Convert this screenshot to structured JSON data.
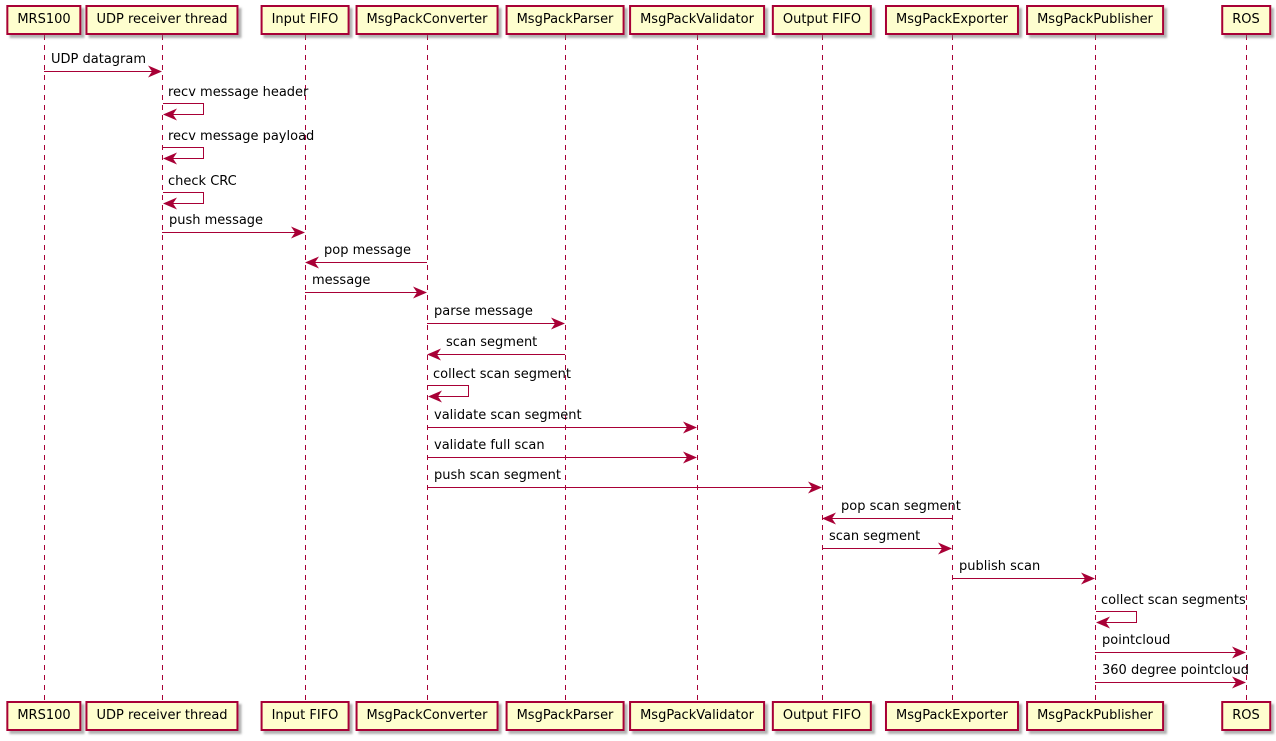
{
  "title": "MRS100 MsgPack sequence diagram",
  "colors": {
    "line": "#A80036",
    "participant_fill": "#FEFECE",
    "text": "#000000",
    "background": "#FFFFFF",
    "shadow": "#737373"
  },
  "diagram": {
    "type": "uml-sequence",
    "participants": [
      {
        "label": "MRS100"
      },
      {
        "label": "UDP receiver thread"
      },
      {
        "label": "Input FIFO"
      },
      {
        "label": "MsgPackConverter"
      },
      {
        "label": "MsgPackParser"
      },
      {
        "label": "MsgPackValidator"
      },
      {
        "label": "Output FIFO"
      },
      {
        "label": "MsgPackExporter"
      },
      {
        "label": "MsgPackPublisher"
      },
      {
        "label": "ROS"
      }
    ],
    "messages": [
      {
        "from": 0,
        "to": 1,
        "from_name": "MRS100",
        "to_name": "UDP receiver thread",
        "label": "UDP datagram",
        "kind": "call"
      },
      {
        "from": 1,
        "to": 1,
        "from_name": "UDP receiver thread",
        "to_name": "UDP receiver thread",
        "label": "recv message header",
        "kind": "self"
      },
      {
        "from": 1,
        "to": 1,
        "from_name": "UDP receiver thread",
        "to_name": "UDP receiver thread",
        "label": "recv message payload",
        "kind": "self"
      },
      {
        "from": 1,
        "to": 1,
        "from_name": "UDP receiver thread",
        "to_name": "UDP receiver thread",
        "label": "check CRC",
        "kind": "self"
      },
      {
        "from": 1,
        "to": 2,
        "from_name": "UDP receiver thread",
        "to_name": "Input FIFO",
        "label": "push message",
        "kind": "call"
      },
      {
        "from": 3,
        "to": 2,
        "from_name": "MsgPackConverter",
        "to_name": "Input FIFO",
        "label": "pop message",
        "kind": "call"
      },
      {
        "from": 2,
        "to": 3,
        "from_name": "Input FIFO",
        "to_name": "MsgPackConverter",
        "label": "message",
        "kind": "call"
      },
      {
        "from": 3,
        "to": 4,
        "from_name": "MsgPackConverter",
        "to_name": "MsgPackParser",
        "label": "parse message",
        "kind": "call"
      },
      {
        "from": 4,
        "to": 3,
        "from_name": "MsgPackParser",
        "to_name": "MsgPackConverter",
        "label": "scan segment",
        "kind": "call"
      },
      {
        "from": 3,
        "to": 3,
        "from_name": "MsgPackConverter",
        "to_name": "MsgPackConverter",
        "label": "collect scan segment",
        "kind": "self"
      },
      {
        "from": 3,
        "to": 5,
        "from_name": "MsgPackConverter",
        "to_name": "MsgPackValidator",
        "label": "validate scan segment",
        "kind": "call"
      },
      {
        "from": 3,
        "to": 5,
        "from_name": "MsgPackConverter",
        "to_name": "MsgPackValidator",
        "label": "validate full scan",
        "kind": "call"
      },
      {
        "from": 3,
        "to": 6,
        "from_name": "MsgPackConverter",
        "to_name": "Output FIFO",
        "label": "push scan segment",
        "kind": "call"
      },
      {
        "from": 7,
        "to": 6,
        "from_name": "MsgPackExporter",
        "to_name": "Output FIFO",
        "label": "pop scan segment",
        "kind": "call"
      },
      {
        "from": 6,
        "to": 7,
        "from_name": "Output FIFO",
        "to_name": "MsgPackExporter",
        "label": "scan segment",
        "kind": "call"
      },
      {
        "from": 7,
        "to": 8,
        "from_name": "MsgPackExporter",
        "to_name": "MsgPackPublisher",
        "label": "publish scan",
        "kind": "call"
      },
      {
        "from": 8,
        "to": 8,
        "from_name": "MsgPackPublisher",
        "to_name": "MsgPackPublisher",
        "label": "collect scan segments",
        "kind": "self"
      },
      {
        "from": 8,
        "to": 9,
        "from_name": "MsgPackPublisher",
        "to_name": "ROS",
        "label": "pointcloud",
        "kind": "call"
      },
      {
        "from": 8,
        "to": 9,
        "from_name": "MsgPackPublisher",
        "to_name": "ROS",
        "label": "360 degree pointcloud",
        "kind": "call"
      }
    ]
  }
}
